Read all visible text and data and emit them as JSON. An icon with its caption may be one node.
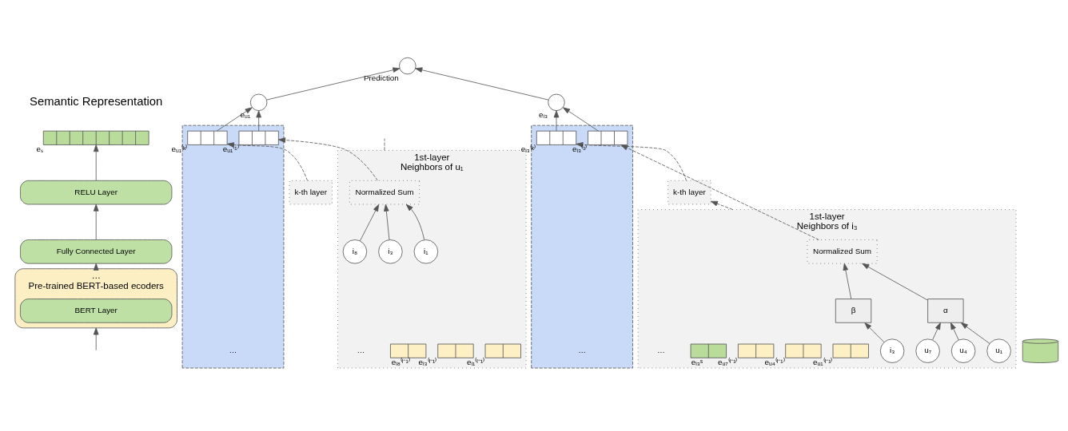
{
  "diagram": {
    "nodes": [
      {
        "text": [],
        "shape": "bar",
        "beside": [
          "eₛ"
        ]
      },
      {
        "text": [
          "RELU Layer"
        ]
      },
      {
        "text": [
          "Fully Connected Layer"
        ]
      },
      {
        "text": [
          "…",
          "Pre-trained BERT-based ecoders"
        ]
      },
      {
        "text": [
          "BERT Layer"
        ],
        "in": 3
      },
      {
        "text": [
          "k-th layer"
        ]
      },
      {
        "text": [
          "1st-layer",
          "Neighbors of i₃"
        ]
      },
      {
        "text": [
          "Normalized Sum"
        ],
        "in": 6
      },
      {
        "text": [
          "α"
        ],
        "in": 6
      },
      {
        "text": [
          "β"
        ],
        "in": 6
      },
      {
        "text": [
          "u₁"
        ],
        "in": 6
      },
      {
        "text": [
          "u₄"
        ],
        "in": 6
      },
      {
        "text": [
          "u₇"
        ],
        "in": 6
      },
      {
        "text": [
          "i₃"
        ],
        "in": 6
      },
      {
        "text": [],
        "shape": "bar",
        "in": 6,
        "beside": [
          "eᵤ₁⁽ˡ⁻¹⁾"
        ]
      },
      {
        "text": [],
        "shape": "bar",
        "in": 6,
        "beside": [
          "eᵤ₄⁽ˡ⁻¹⁾"
        ]
      },
      {
        "text": [],
        "shape": "bar",
        "in": 6,
        "beside": [
          "eᵤ₇⁽ˡ⁻¹⁾"
        ]
      },
      {
        "text": [],
        "shape": "bar",
        "in": 6,
        "beside": [
          "eᵢ₃ˢ"
        ]
      },
      {
        "text": [],
        "shape": "parallelogram"
      },
      {
        "text": [],
        "shape": "bar",
        "in": 18,
        "beside": [
          "eᵢ₃⁽ᵏ⁾"
        ]
      },
      {
        "text": [],
        "shape": "bar",
        "in": 18,
        "beside": [
          "eᵢ₃⁽¹⁾"
        ]
      },
      {
        "text": [],
        "shape": "circle",
        "beside": [
          "eᵢ₃"
        ]
      },
      {
        "text": [],
        "shape": "circle",
        "beside": [
          "Prediction"
        ]
      },
      {
        "text": [],
        "shape": "circle",
        "beside": [
          "eᵤ₁"
        ]
      },
      {
        "text": [],
        "shape": "parallelogram"
      },
      {
        "text": [],
        "shape": "bar",
        "in": 24,
        "beside": [
          "eᵤ₁⁽ᵏ⁾"
        ]
      },
      {
        "text": [],
        "shape": "bar",
        "in": 24,
        "beside": [
          "eᵤ₁⁽¹⁾"
        ]
      },
      {
        "text": [
          "k-th layer"
        ]
      },
      {
        "text": [
          "1st-layer",
          "Neighbors of u₁"
        ]
      },
      {
        "text": [
          "Normalized Sum"
        ],
        "in": 28
      },
      {
        "text": [
          "i₁"
        ],
        "in": 28
      },
      {
        "text": [
          "i₃"
        ],
        "in": 28
      },
      {
        "text": [
          "i₈"
        ],
        "in": 28
      },
      {
        "text": [],
        "shape": "bar",
        "in": 28,
        "beside": [
          "eᵢ₁⁽ˡ⁻¹⁾"
        ]
      },
      {
        "text": [],
        "shape": "bar",
        "in": 28,
        "beside": [
          "eᵢ₃⁽ˡ⁻¹⁾"
        ]
      },
      {
        "text": [],
        "shape": "bar",
        "in": 28,
        "beside": [
          "eᵢ₈⁽ˡ⁻¹⁾"
        ]
      },
      {
        "text": [],
        "shape": "cylinder"
      }
    ],
    "edges": [
      {
        "from": null,
        "to": 3,
        "arrow": "to"
      },
      {
        "from": 3,
        "to": 2,
        "arrow": "to"
      },
      {
        "from": 2,
        "to": 1,
        "arrow": "to"
      },
      {
        "from": 1,
        "to": 0,
        "arrow": "to"
      },
      {
        "from": 10,
        "to": 8,
        "arrow": "to"
      },
      {
        "from": 11,
        "to": 8,
        "arrow": "to"
      },
      {
        "from": 12,
        "to": 8,
        "arrow": "to"
      },
      {
        "from": 13,
        "to": 9,
        "arrow": "to"
      },
      {
        "from": 8,
        "to": 7,
        "arrow": "to"
      },
      {
        "from": 9,
        "to": 7,
        "arrow": "to"
      },
      {
        "from": 7,
        "to": 20,
        "arrow": "to",
        "style": "dashed"
      },
      {
        "from": 5,
        "to": 19,
        "arrow": "to",
        "style": "dashed"
      },
      {
        "from": 6,
        "to": 5,
        "arrow": "to",
        "style": "dashed"
      },
      {
        "from": 19,
        "to": 21,
        "arrow": "to"
      },
      {
        "from": 20,
        "to": 21,
        "arrow": "to"
      },
      {
        "from": 21,
        "to": 22,
        "arrow": "to"
      },
      {
        "from": 23,
        "to": 22,
        "arrow": "to"
      },
      {
        "from": 25,
        "to": 23,
        "arrow": "to"
      },
      {
        "from": 26,
        "to": 23,
        "arrow": "to"
      },
      {
        "from": 30,
        "to": 29,
        "arrow": "to"
      },
      {
        "from": 31,
        "to": 29,
        "arrow": "to"
      },
      {
        "from": 32,
        "to": 29,
        "arrow": "to"
      },
      {
        "from": 29,
        "to": 26,
        "arrow": "to",
        "style": "dashed"
      },
      {
        "from": 27,
        "to": 25,
        "arrow": "to",
        "style": "dashed"
      },
      {
        "from": 28,
        "to": null,
        "arrow": "none",
        "style": "dashed"
      }
    ],
    "labels": [
      "Semantic Representation",
      "…",
      "…",
      "…",
      "…"
    ]
  }
}
